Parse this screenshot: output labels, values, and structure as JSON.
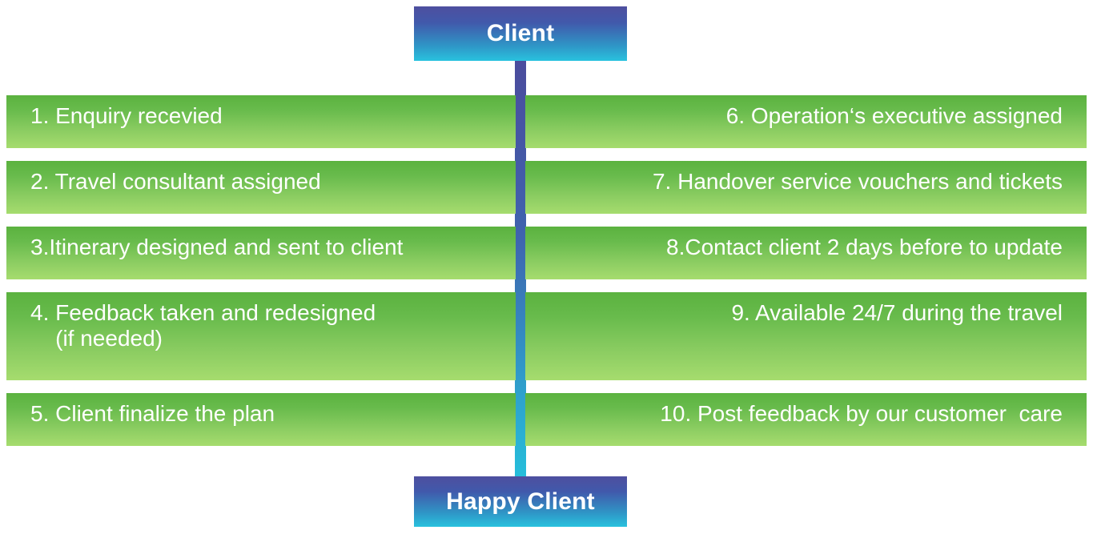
{
  "diagram": {
    "title": "Client booking process flow",
    "type": "two-column-process-flow",
    "colors": {
      "endpoint_gradient_top": "#4e4f9f",
      "endpoint_gradient_bottom": "#29c2de",
      "bar_gradient_top": "#5bb23f",
      "bar_gradient_bottom": "#a6dc6e",
      "connector_top": "#4b4c9d",
      "connector_bottom": "#25bedb",
      "text": "#ffffff",
      "background": "#ffffff"
    }
  },
  "start_node": {
    "label": "Client"
  },
  "end_node": {
    "label": "Happy Client"
  },
  "rows": [
    {
      "height": "single",
      "left": "1. Enquiry recevied",
      "right": "6. Operation‘s executive assigned"
    },
    {
      "height": "single",
      "left": "2. Travel consultant assigned",
      "right": "7. Handover service vouchers and tickets"
    },
    {
      "height": "single",
      "left": "3.Itinerary designed and sent to client",
      "right": "8.Contact client 2 days before to update"
    },
    {
      "height": "double",
      "left": "4. Feedback taken and redesigned\n    (if needed)",
      "right": "9. Available 24/7 during the travel"
    },
    {
      "height": "single",
      "left": "5. Client finalize the plan",
      "right": "10. Post feedback by our customer  care"
    }
  ]
}
